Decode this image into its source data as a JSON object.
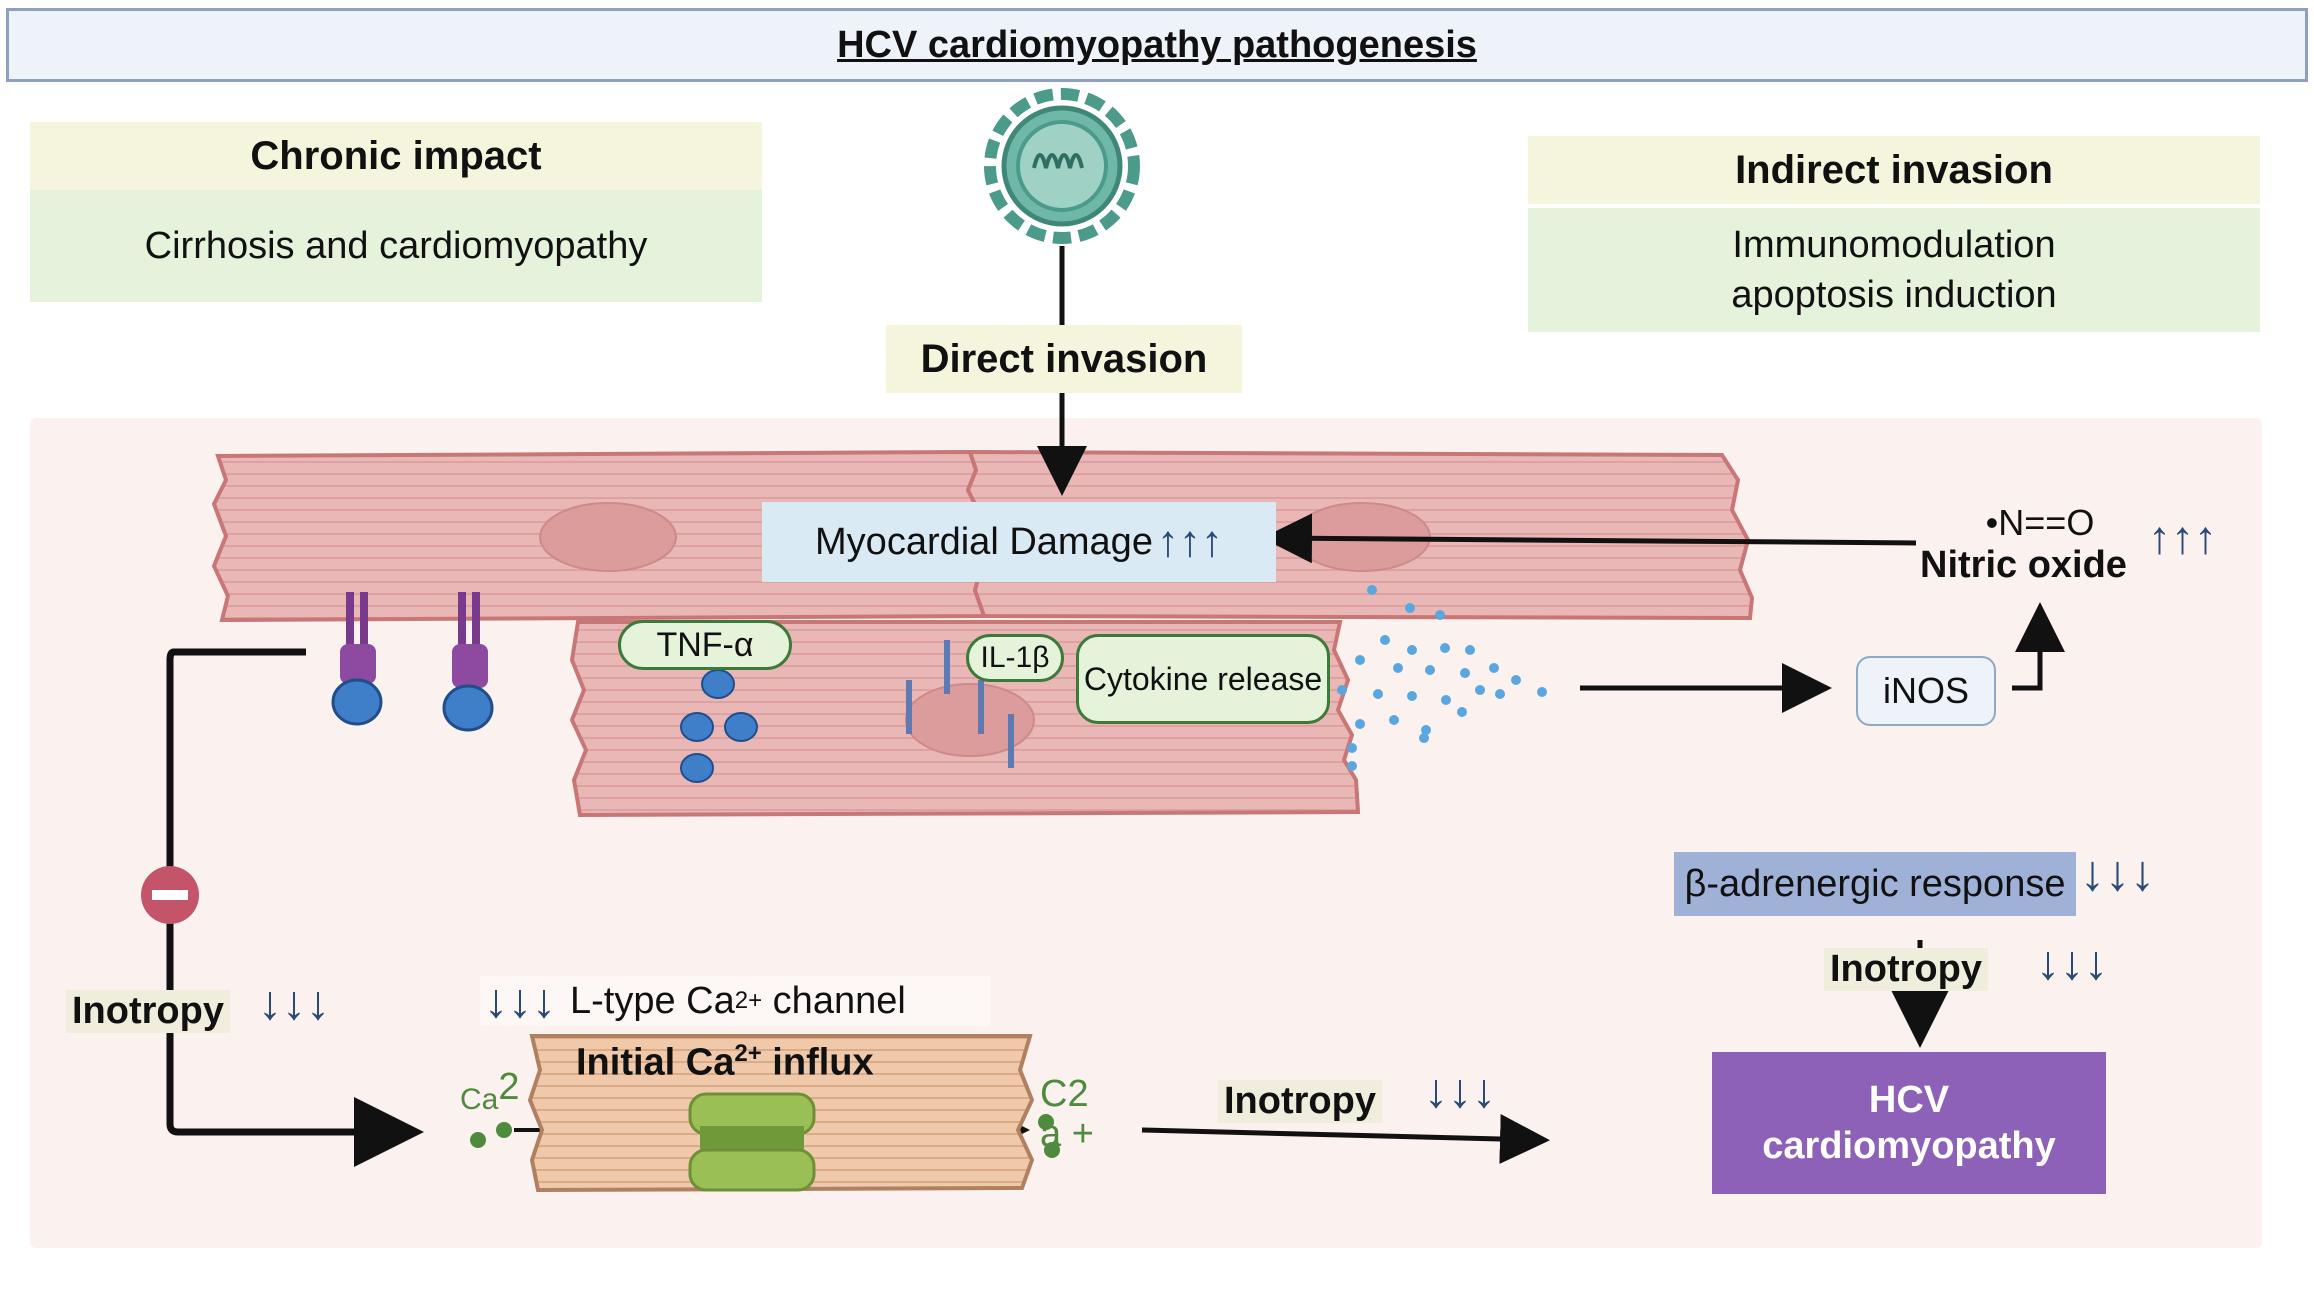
{
  "title": "HCV cardiomyopathy pathogenesis",
  "chronic": {
    "heading": "Chronic impact",
    "text": "Cirrhosis and cardiomyopathy"
  },
  "indirect": {
    "heading": "Indirect invasion",
    "line1": "Immunomodulation",
    "line2": "apoptosis induction"
  },
  "direct": {
    "label": "Direct invasion"
  },
  "myocardial_damage": {
    "label": "Myocardial Damage",
    "arrows": "↑↑↑"
  },
  "nitric_oxide": {
    "formula": "•N==O",
    "label": "Nitric oxide",
    "arrows": "↑↑↑"
  },
  "inos": {
    "label": "iNOS"
  },
  "tnf": {
    "label": "TNF-α"
  },
  "il1b": {
    "label": "IL-1β"
  },
  "cytokine": {
    "label": "Cytokine release"
  },
  "beta": {
    "label": "β-adrenergic response",
    "arrows": "↓↓↓"
  },
  "inotropy_right": {
    "label": "Inotropy",
    "arrows": "↓↓↓"
  },
  "inotropy_left": {
    "label": "Inotropy",
    "arrows": "↓↓↓"
  },
  "inotropy_bottom": {
    "label": "Inotropy",
    "arrows": "↓↓↓"
  },
  "ltype": {
    "arrows": "↓↓↓",
    "prefix": "L-type Ca",
    "sup": "2+",
    "suffix": " channel"
  },
  "influx": {
    "prefix": "Initial Ca",
    "sup": "2+",
    "suffix": " influx"
  },
  "ca_left": {
    "c": "Ca",
    "n": "2"
  },
  "ca_right": {
    "c": "C",
    "n": "2",
    "a": "a",
    "plus": "+"
  },
  "outcome": {
    "line1": "HCV",
    "line2": "cardiomyopathy"
  },
  "colors": {
    "cell": "#eab7b7",
    "cell_border": "#c97676",
    "virus": "#4c9a8a",
    "outcome": "#8e61b8",
    "beta_box": "#9fb1d6",
    "damage_box": "#d9eaf4",
    "arrow_blue": "#2a4a7a"
  }
}
